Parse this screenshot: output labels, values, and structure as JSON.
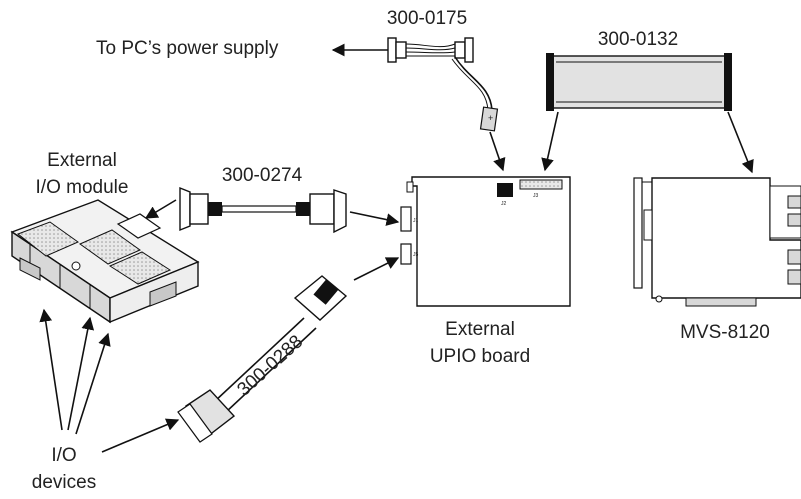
{
  "labels": {
    "cable_power": "300-0175",
    "power_supply": "To PC’s power supply",
    "cable_ribbon": "300-0132",
    "io_module_line1": "External",
    "io_module_line2": "I/O module",
    "cable_dsub": "300-0274",
    "upio_line1": "External",
    "upio_line2": "UPIO board",
    "mvs": "MVS-8120",
    "cable_io": "300-0288",
    "io_devices_line1": "I/O",
    "io_devices_line2": "devices"
  },
  "board_markings": {
    "j2": "J2",
    "j3": "J3",
    "j1": "J1",
    "j5": "J5",
    "plus": "+"
  },
  "colors": {
    "line": "#111111",
    "ribbon_fill": "#e2e2e2",
    "connector_fill": "#ffffff",
    "chip_fill": "#111111"
  }
}
